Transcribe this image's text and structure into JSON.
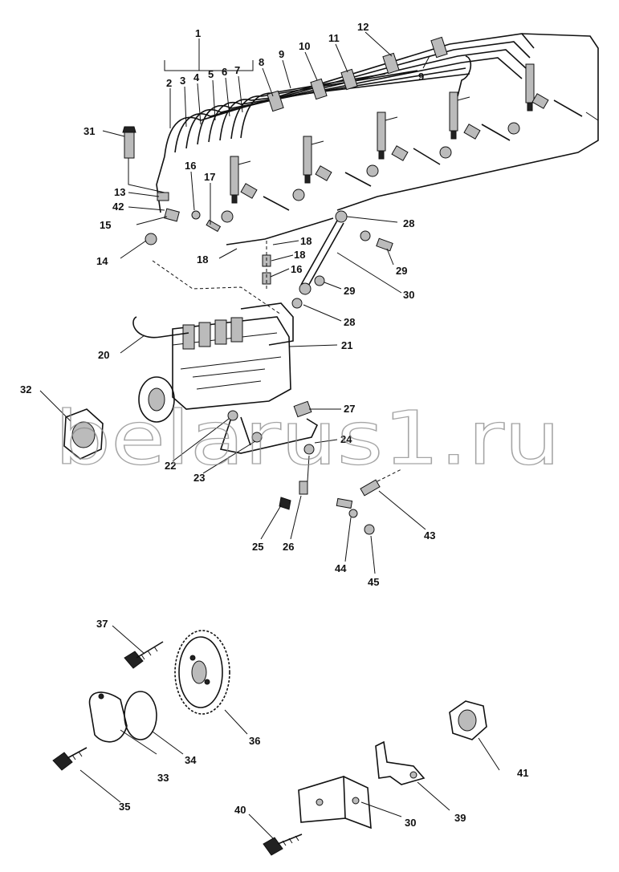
{
  "watermark": "belarus1.ru",
  "callouts": {
    "c1": "1",
    "c2": "2",
    "c3": "3",
    "c4": "4",
    "c5": "5",
    "c6": "6",
    "c7": "7",
    "c8": "8",
    "c9a": "9",
    "c9b": "9",
    "c10": "10",
    "c11": "11",
    "c12": "12",
    "c13": "13",
    "c14": "14",
    "c15": "15",
    "c16a": "16",
    "c16b": "16",
    "c17": "17",
    "c18a": "18",
    "c18b": "18",
    "c18c": "18",
    "c20": "20",
    "c21": "21",
    "c22": "22",
    "c23": "23",
    "c24": "24",
    "c25": "25",
    "c26": "26",
    "c27": "27",
    "c28a": "28",
    "c28b": "28",
    "c29a": "29",
    "c29b": "29",
    "c30a": "30",
    "c30b": "30",
    "c31": "31",
    "c32": "32",
    "c33": "33",
    "c34": "34",
    "c35": "35",
    "c36": "36",
    "c37": "37",
    "c39": "39",
    "c40": "40",
    "c41": "41",
    "c42": "42",
    "c43": "43",
    "c44": "44",
    "c45": "45"
  }
}
